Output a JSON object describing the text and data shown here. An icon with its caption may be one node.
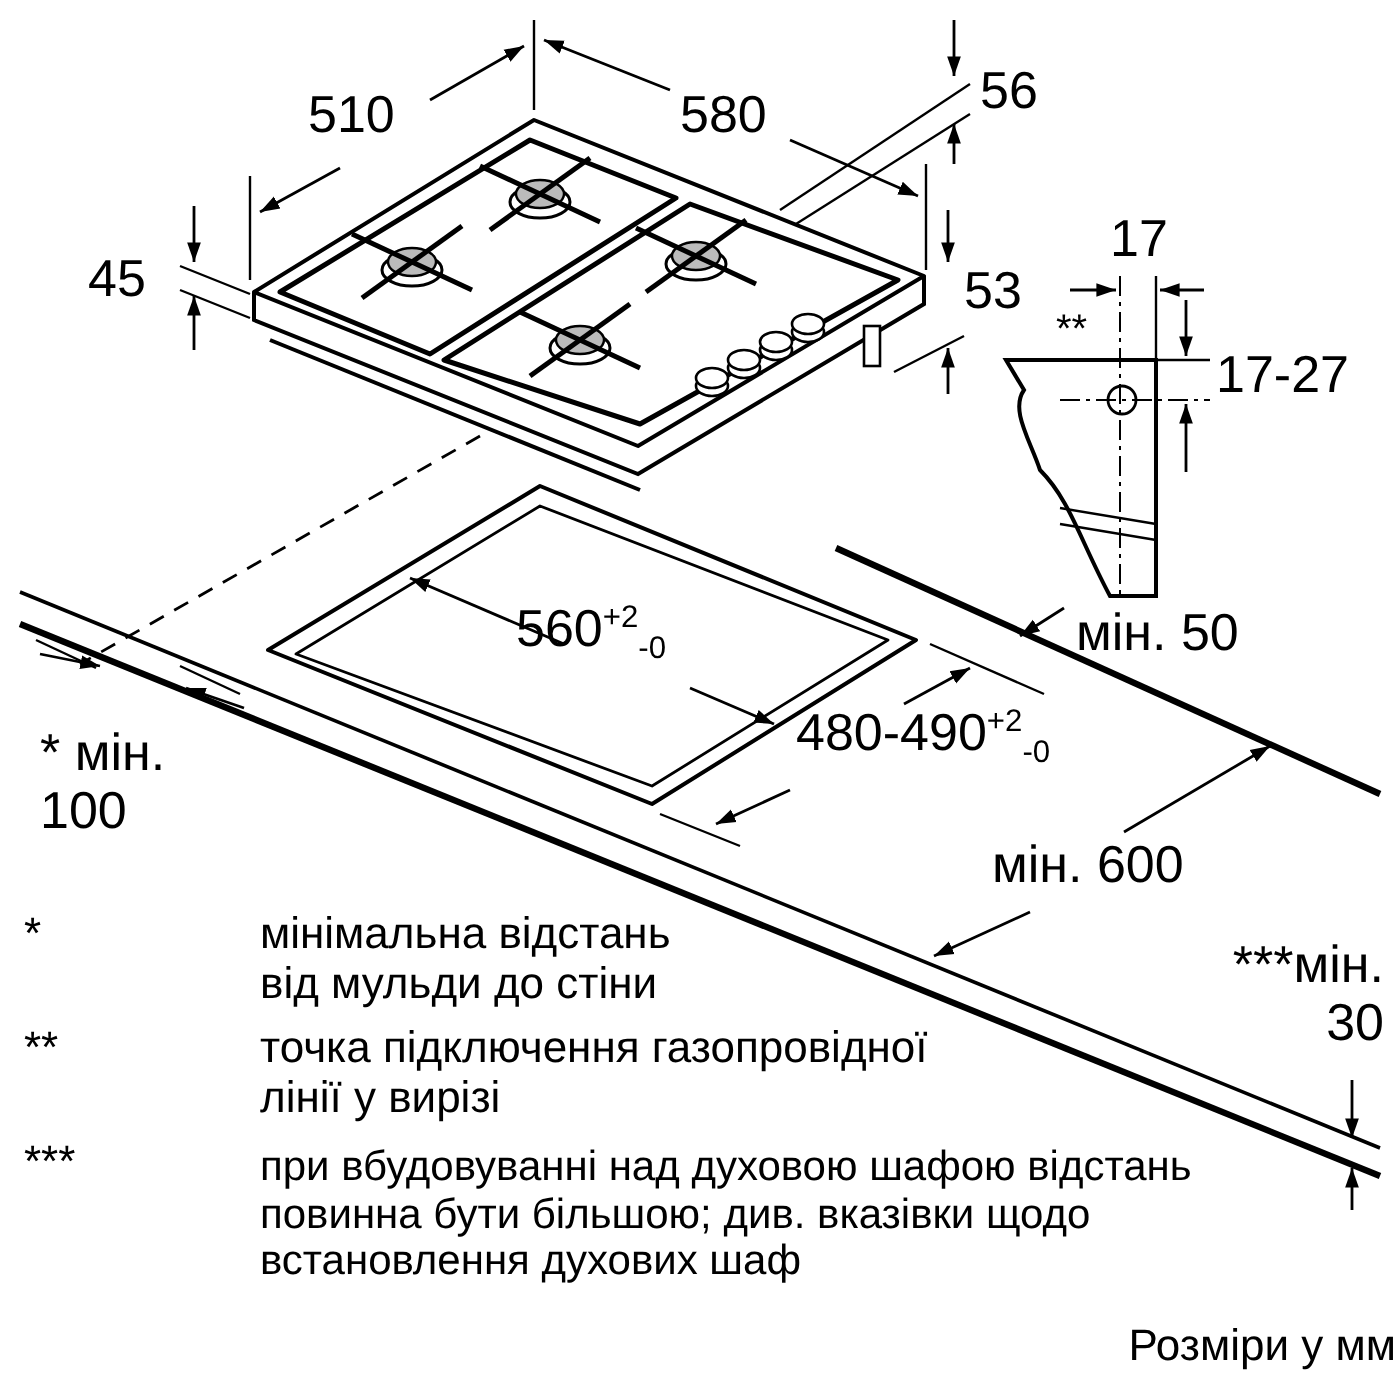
{
  "diagram": {
    "labels": [
      "510",
      "580",
      "56",
      "45",
      "53",
      "17",
      "**",
      "17-27",
      "560$^{+2}$$_{-0}$",
      "мін. 50",
      "* мін. 100",
      "480-490$^{+2}$$_{-0}$",
      "мін. 600",
      "***мін. 30",
      "*",
      "мінімальна відстань від мульди до стіни",
      "**",
      "точка підключення газопровідної лінії у вирізі",
      "***",
      "при вбудовуванні над духовою шафою відстань повинна бути більшою; див. вказівки щодо встановлення духових шаф",
      "Розміри у мм"
    ]
  }
}
